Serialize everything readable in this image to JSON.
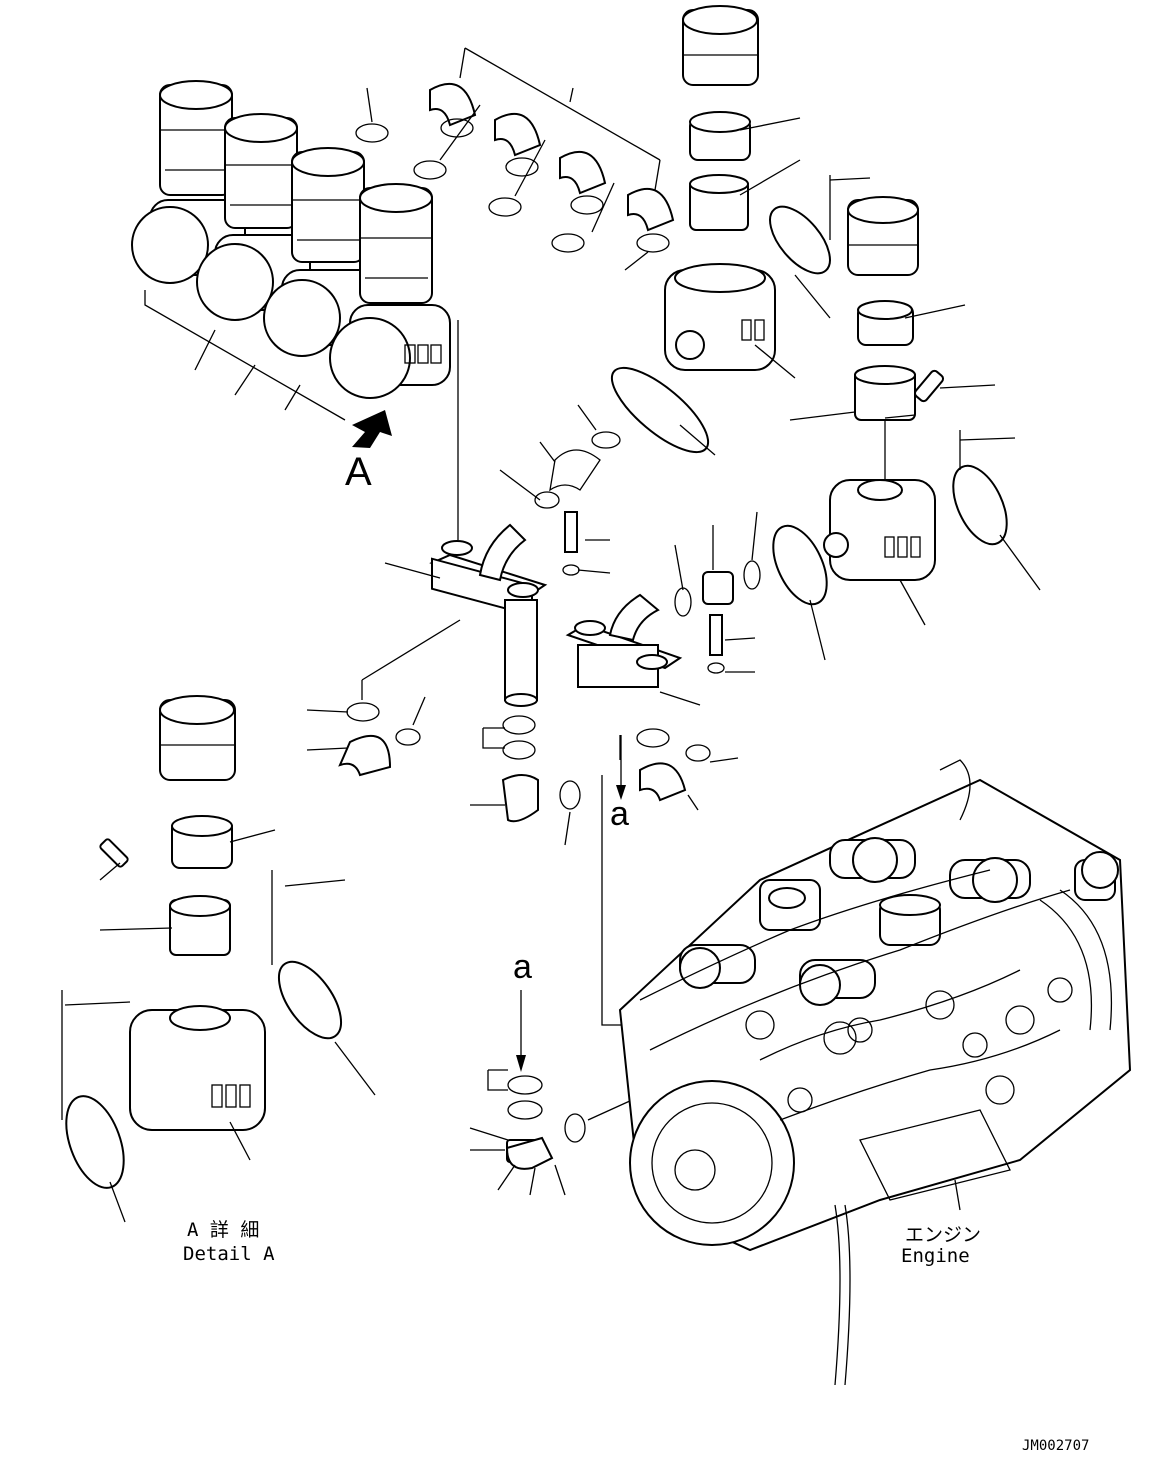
{
  "labels": {
    "view_marker": "A",
    "connector_top": "a",
    "connector_bottom": "a",
    "detail_jp": "A 詳 細",
    "detail_en": "Detail A",
    "engine_jp": "エンジン",
    "engine_en": "Engine",
    "drawing_id": "JM002707"
  }
}
